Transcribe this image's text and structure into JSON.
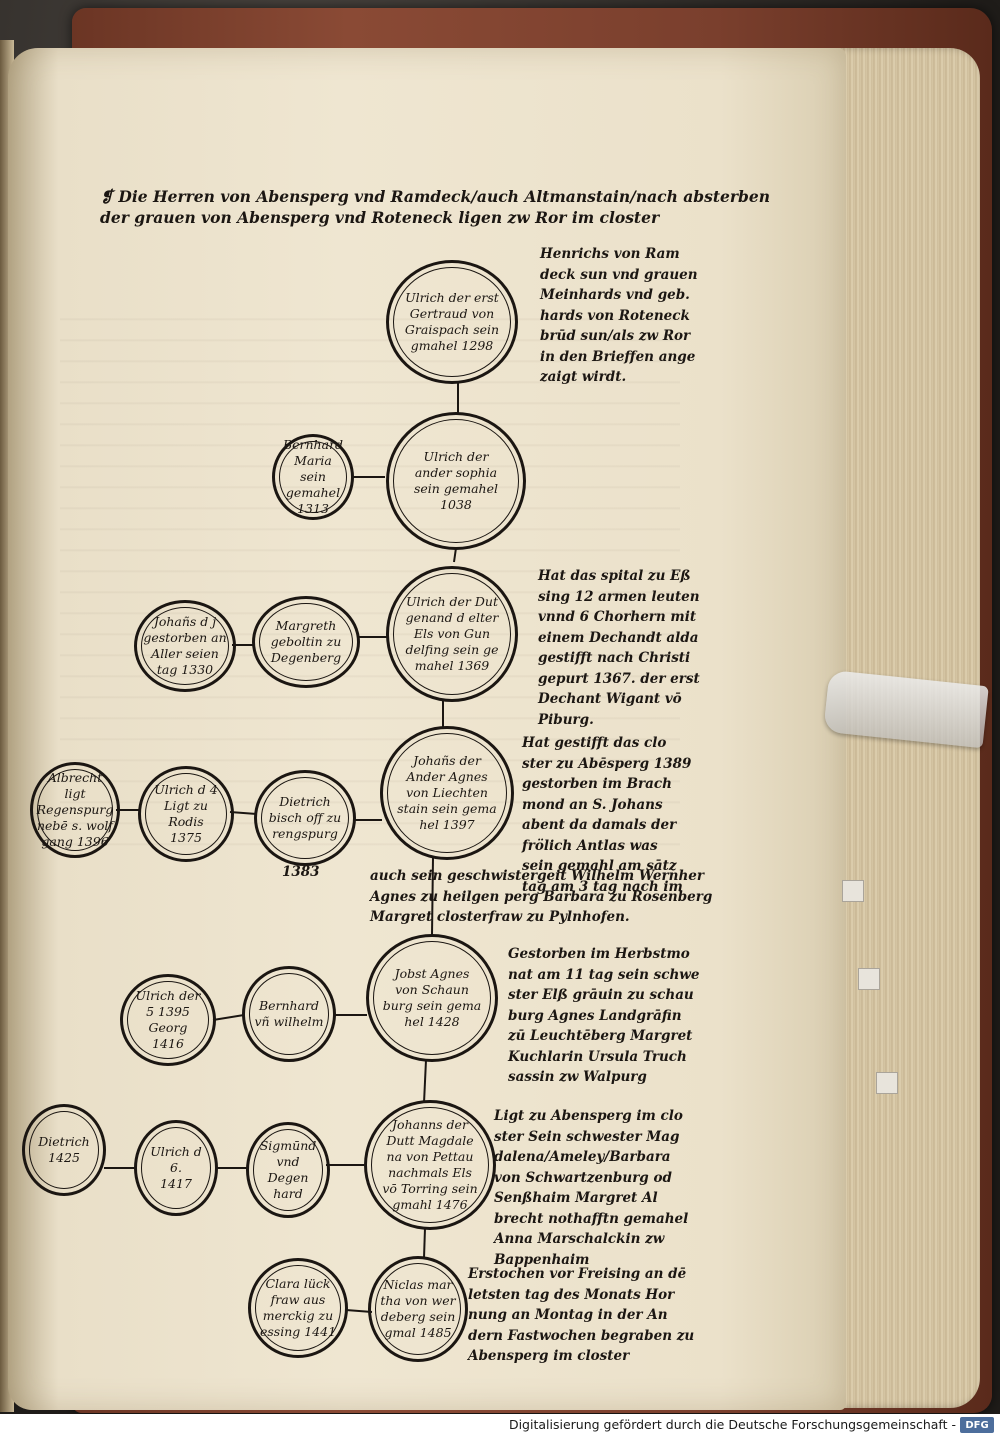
{
  "heading": {
    "line1": "❡ Die Herren von Abensperg vnd Ramdeck/auch Altmanstain/nach absterben",
    "line2": "der grauen von Abensperg vnd Roteneck ligen zw Ror im closter"
  },
  "circles": {
    "c1": "Ulrich der erst\nGertraud von\nGraispach sein\ngmahel 1298",
    "c2": "Ulrich der\nander sophia\nsein gemahel\n1038",
    "c2l": "Bernhard\nMaria sein\ngemahel\n1313",
    "c3": "Ulrich der Dut\ngenand d elter\nEls von Gun\ndelfing sein ge\nmahel 1369",
    "c3l1": "Margreth\ngeboltin zu\nDegenberg",
    "c3l2": "Johañs d j\ngestorben an\nAller seien\ntag 1330",
    "c4": "Johañs der\nAnder Agnes\nvon Liechten\nstain sein gema\nhel 1397",
    "c4l1": "Dietrich\nbisch off zu\nrengspurg",
    "c4l2": "Ulrich d 4\nLigt zu\nRodis\n1375",
    "c4l3": "Albrecht ligt\nRegenspurg\nnebē s. wolf\ngang 1396",
    "c5": "Jobst Agnes\nvon Schaun\nburg sein gema\nhel 1428",
    "c5l1": "Bernhard\nvñ wilhelm",
    "c5l2": "Ulrich der\n5 1395\nGeorg\n1416",
    "c6": "Johanns der\nDutt Magdale\nna von Pettau\nnachmals Els\nvō Torring sein\ngmahl 1476",
    "c6l1": "Sigmūnd\nvnd Degen\nhard",
    "c6l2": "Ulrich d 6.\n1417",
    "c6l3": "Dietrich\n1425",
    "c7": "Niclas mar\ntha von wer\ndeberg sein\ngmal 1485",
    "c7l": "Clara lück\nfraw aus\nmerckig zu\nessing 1441"
  },
  "notes": {
    "n1": "Henrichs von Ram\ndeck sun vnd grauen\nMeinhards vnd geb.\nhards von Roteneck\nbrūd sun/als zw Ror\nin den Brieffen ange\nzaigt wirdt.",
    "n2": "Hat das spital zu Eß\nsing 12 armen leuten\nvnnd 6 Chorhern mit\neinem Dechandt alda\ngestifft nach Christi\ngepurt 1367. der erst\nDechant Wigant vō\nPiburg.",
    "n3": "Hat gestifft das clo\nster zu Abēsperg 1389\ngestorben im Brach\nmond an S. Johans\nabent da damals der\nfrölich Antlas was\nsein gemahl am sātz\ntag am 3 tag nach im",
    "year1383": "1383",
    "n4": "auch sein geschwistergeit Wilhelm Wernher\nAgnes zu heilgen perg Barbara zu Rosenberg\nMargret closterfraw zu Pylnhofen.",
    "n5": "Gestorben im Herbstmo\nnat am 11 tag sein schwe\nster Elß grāuin zu schau\nburg Agnes Landgrāfin\nzū Leuchtēberg Margret\nKuchlarin Ursula Truch\nsassin zw Walpurg",
    "n6": "Ligt zu Abensperg im clo\nster Sein schwester Mag\ndalena/Ameley/Barbara\nvon Schwartzenburg od\nSenßhaim Margret Al\nbrecht nothafftn gemahel\nAnna Marschalckin zw\nBappenhaim",
    "n7": "Erstochen vor Freising an dē\nletsten tag des Monats Hor\nnung an Montag in der An\ndern Fastwochen begraben zu\nAbensperg im closter"
  },
  "footer": {
    "text": "Digitalisierung gefördert durch die Deutsche Forschungsgemeinschaft -",
    "logo": "DFG"
  },
  "colors": {
    "ink": "#1b1612",
    "paper": "#efe6d1",
    "binding": "#7a3f2d"
  }
}
